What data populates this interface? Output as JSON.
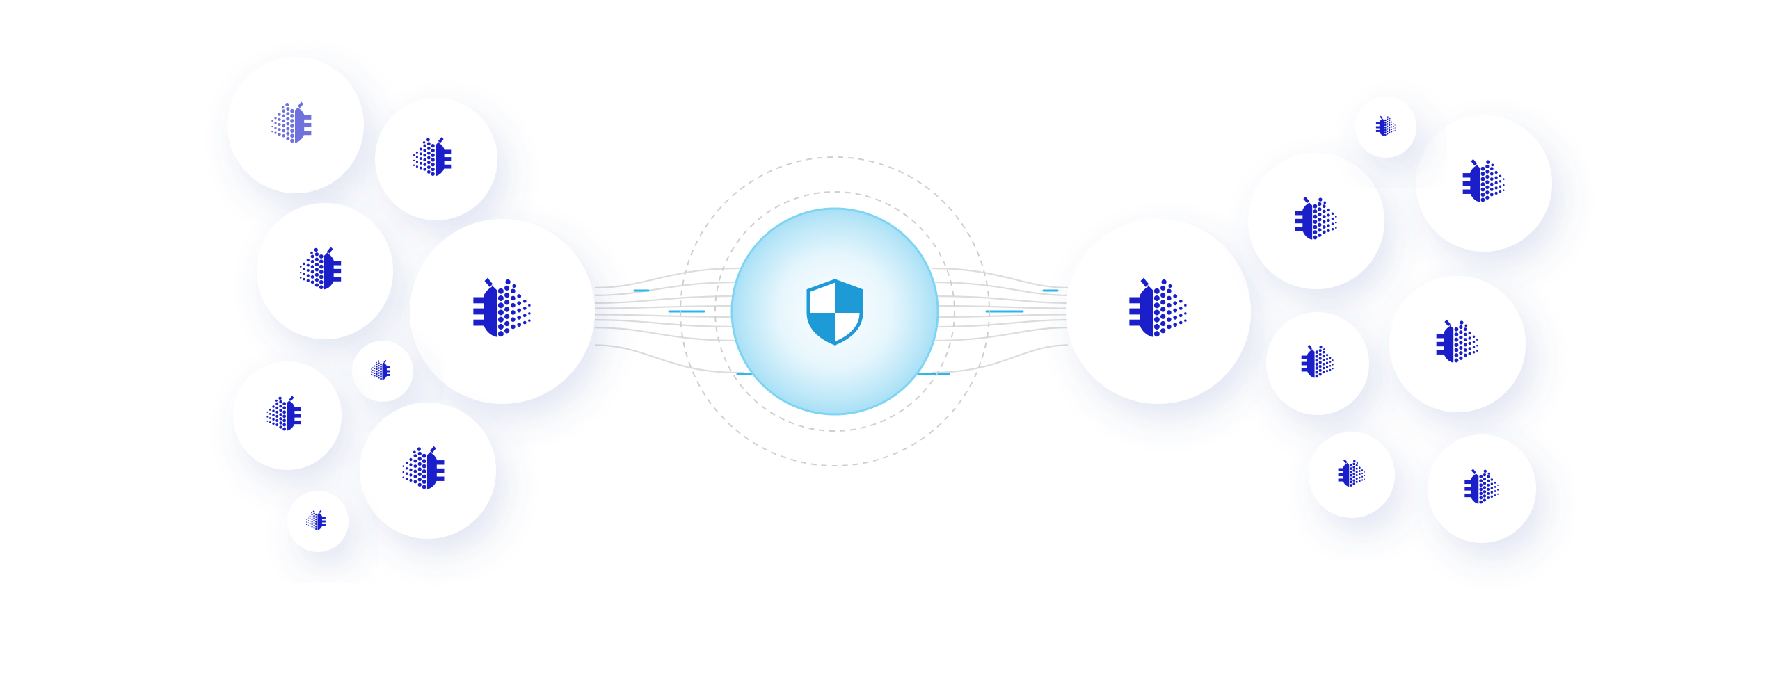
{
  "colors": {
    "background": "#ffffff",
    "bubble_fill": "#ffffff",
    "bug_blue": "#1a1fc9",
    "bug_faded": "#6f72dc",
    "shield_blue": "#1e9bd7",
    "hub_glow_edge": "#7fd3f3",
    "hub_glow_center": "#ffffff",
    "connector_line": "#dcdcdc",
    "connector_accent": "#29b6ea",
    "dashed_ring": "#cfcfcf"
  },
  "icons": {
    "hub": "shield-icon",
    "node": "bug-icon"
  },
  "bug_nodes": [
    {
      "group": "left",
      "faded": true
    },
    {
      "group": "left",
      "faded": false
    },
    {
      "group": "left",
      "faded": false
    },
    {
      "group": "left",
      "faded": false
    },
    {
      "group": "left",
      "faded": false
    },
    {
      "group": "left",
      "faded": false
    },
    {
      "group": "left",
      "faded": false
    },
    {
      "group": "left",
      "faded": false
    },
    {
      "group": "right",
      "faded": false
    },
    {
      "group": "right",
      "faded": false
    },
    {
      "group": "right",
      "faded": false
    },
    {
      "group": "right",
      "faded": false
    },
    {
      "group": "right",
      "faded": false
    },
    {
      "group": "right",
      "faded": false
    },
    {
      "group": "right",
      "faded": false
    },
    {
      "group": "right",
      "faded": false
    }
  ]
}
